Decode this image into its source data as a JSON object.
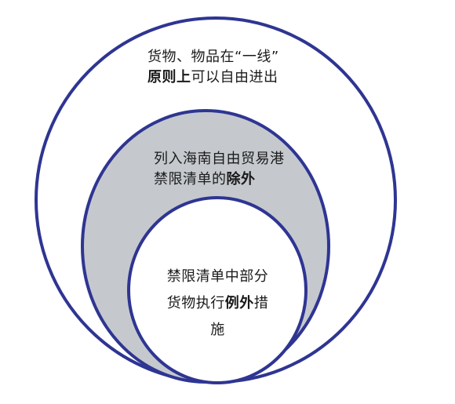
{
  "diagram": {
    "colors": {
      "stroke": "#2e3592",
      "middle_fill": "#c5c9ce",
      "background": "#ffffff"
    },
    "outer": {
      "line1": "货物、物品在“一线”",
      "line2_bold": "原则上",
      "line2_rest": "可以自由进出"
    },
    "middle": {
      "line1": "列入海南自由贸易港",
      "line2_rest": "禁限清单的",
      "line2_bold": "除外"
    },
    "inner": {
      "line1": "禁限清单中部分",
      "line2_start": "货物执行",
      "line2_bold": "例外",
      "line2_end": "措",
      "line3": "施"
    }
  }
}
